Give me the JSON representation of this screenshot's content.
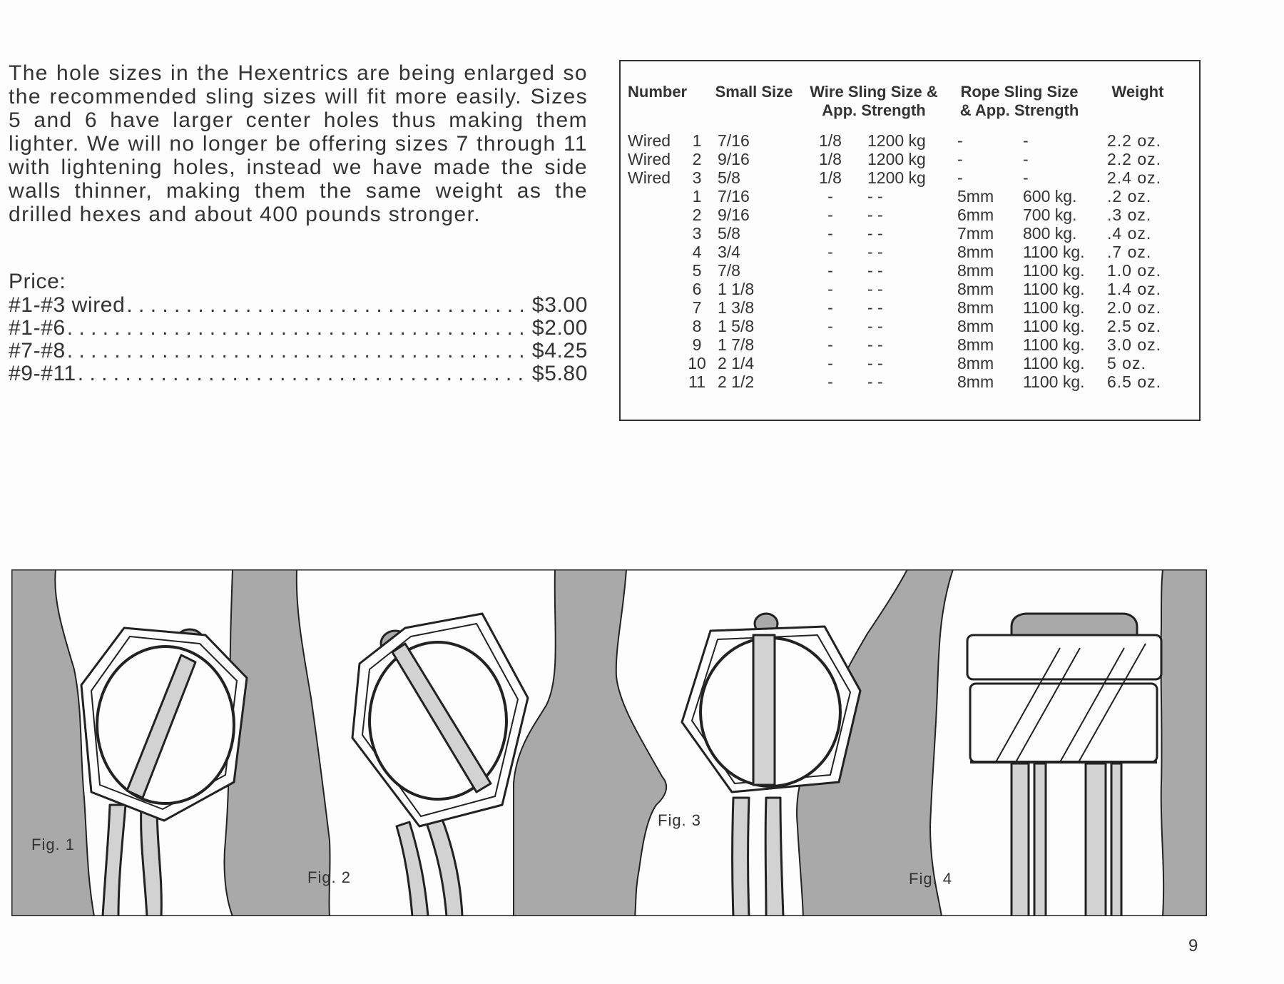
{
  "intro_text": "The hole sizes in the Hexentrics are being enlarged so the recommended sling sizes will fit more easily. Sizes 5 and 6 have larger center holes thus making them lighter. We will no longer be offering sizes 7 through 11 with lightening holes, instead we have made the side walls thinner, making them the same weight as the drilled hexes and about 400 pounds stronger.",
  "price": {
    "heading": "Price:",
    "rows": [
      {
        "label": "#1-#3 wired",
        "amount": "$3.00"
      },
      {
        "label": "#1-#6",
        "amount": "$2.00"
      },
      {
        "label": "#7-#8",
        "amount": "$4.25"
      },
      {
        "label": "#9-#11",
        "amount": "$5.80"
      }
    ]
  },
  "spec_table": {
    "headers": {
      "number": "Number",
      "small_size": "Small Size",
      "wire_sling_line1": "Wire Sling Size &",
      "wire_sling_line2": "App. Strength",
      "rope_sling_line1": "Rope Sling Size",
      "rope_sling_line2": "& App. Strength",
      "weight": "Weight"
    },
    "rows": [
      {
        "prefix": "Wired",
        "num": "1",
        "size": "7/16",
        "wire_size": "1/8",
        "wire_strength": "1200 kg",
        "rope_size": "-",
        "rope_strength": "-",
        "weight": "2.2 oz."
      },
      {
        "prefix": "Wired",
        "num": "2",
        "size": "9/16",
        "wire_size": "1/8",
        "wire_strength": "1200 kg",
        "rope_size": "-",
        "rope_strength": "-",
        "weight": "2.2 oz."
      },
      {
        "prefix": "Wired",
        "num": "3",
        "size": "5/8",
        "wire_size": "1/8",
        "wire_strength": "1200 kg",
        "rope_size": "-",
        "rope_strength": "-",
        "weight": "2.4 oz."
      },
      {
        "prefix": "",
        "num": "1",
        "size": "7/16",
        "wire_size": "-",
        "wire_strength": "-   -",
        "rope_size": "5mm",
        "rope_strength": "600 kg.",
        "weight": ".2 oz."
      },
      {
        "prefix": "",
        "num": "2",
        "size": "9/16",
        "wire_size": "-",
        "wire_strength": "-   -",
        "rope_size": "6mm",
        "rope_strength": "700 kg.",
        "weight": ".3 oz."
      },
      {
        "prefix": "",
        "num": "3",
        "size": "5/8",
        "wire_size": "-",
        "wire_strength": "-   -",
        "rope_size": "7mm",
        "rope_strength": "800 kg.",
        "weight": ".4 oz."
      },
      {
        "prefix": "",
        "num": "4",
        "size": "3/4",
        "wire_size": "-",
        "wire_strength": "-   -",
        "rope_size": "8mm",
        "rope_strength": "1100 kg.",
        "weight": ".7 oz."
      },
      {
        "prefix": "",
        "num": "5",
        "size": "7/8",
        "wire_size": "-",
        "wire_strength": "-   -",
        "rope_size": "8mm",
        "rope_strength": "1100 kg.",
        "weight": "1.0 oz."
      },
      {
        "prefix": "",
        "num": "6",
        "size": "1 1/8",
        "wire_size": "-",
        "wire_strength": "-   -",
        "rope_size": "8mm",
        "rope_strength": "1100 kg.",
        "weight": "1.4 oz."
      },
      {
        "prefix": "",
        "num": "7",
        "size": "1 3/8",
        "wire_size": "-",
        "wire_strength": "-   -",
        "rope_size": "8mm",
        "rope_strength": "1100 kg.",
        "weight": "2.0 oz."
      },
      {
        "prefix": "",
        "num": "8",
        "size": "1 5/8",
        "wire_size": "-",
        "wire_strength": "-   -",
        "rope_size": "8mm",
        "rope_strength": "1100 kg.",
        "weight": "2.5 oz."
      },
      {
        "prefix": "",
        "num": "9",
        "size": "1 7/8",
        "wire_size": "-",
        "wire_strength": "-   -",
        "rope_size": "8mm",
        "rope_strength": "1100 kg.",
        "weight": "3.0 oz."
      },
      {
        "prefix": "",
        "num": "10",
        "size": "2 1/4",
        "wire_size": "-",
        "wire_strength": "-   -",
        "rope_size": "8mm",
        "rope_strength": "1100 kg.",
        "weight": "5   oz."
      },
      {
        "prefix": "",
        "num": "11",
        "size": "2 1/2",
        "wire_size": "-",
        "wire_strength": "-   -",
        "rope_size": "8mm",
        "rope_strength": "1100 kg.",
        "weight": "6.5 oz."
      }
    ]
  },
  "figures": {
    "fig1": "Fig. 1",
    "fig2": "Fig. 2",
    "fig3": "Fig. 3",
    "fig4": "Fig. 4"
  },
  "colors": {
    "rock": "#a9a9a9",
    "sling": "#d2d2d2",
    "outline": "#222222"
  },
  "page_number": "9"
}
